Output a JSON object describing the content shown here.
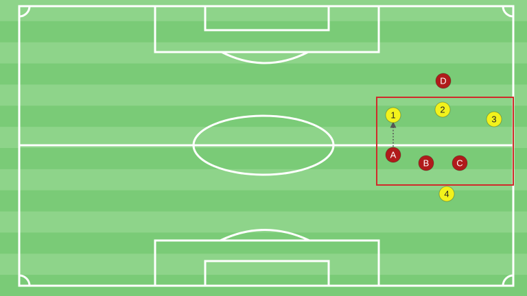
{
  "pitch": {
    "colors": {
      "stripe_light": "#8ed48a",
      "stripe_dark": "#7acb77",
      "lines": "#ffffff",
      "zone": "#d02a2a",
      "yellow_player": "#f2f21c",
      "red_player": "#b01b1b",
      "arrow": "#555555"
    }
  },
  "zone": {
    "shape": "rectangle",
    "color": "#d02a2a"
  },
  "yellow_players": [
    {
      "label": "1"
    },
    {
      "label": "2"
    },
    {
      "label": "3"
    },
    {
      "label": "4"
    }
  ],
  "red_players": [
    {
      "label": "A"
    },
    {
      "label": "B"
    },
    {
      "label": "C"
    },
    {
      "label": "D"
    }
  ],
  "movement": {
    "from": "A",
    "to": "1",
    "style": "dotted-arrow"
  }
}
